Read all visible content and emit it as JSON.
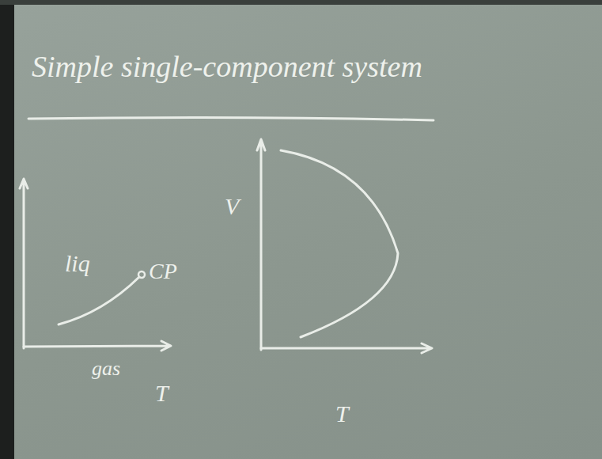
{
  "diagram": {
    "title": "Simple single-component system",
    "labels": [
      "liq",
      "CP",
      "gas",
      "T",
      "V",
      "T"
    ]
  }
}
